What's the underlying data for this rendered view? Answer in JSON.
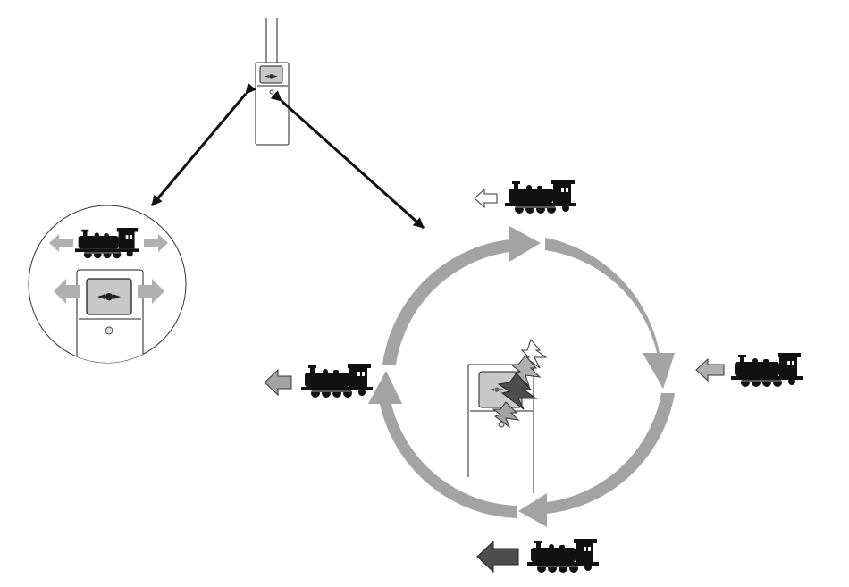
{
  "diagram": {
    "button_symbol": "◄●►",
    "colors": {
      "stroke": "#222222",
      "arrow_light": "#b0b0b0",
      "cycle_arrow": "#a3a3a3",
      "arrow_dark": "#4d4d4d",
      "screen": "#c8c8c8",
      "locomotive": "#111111"
    },
    "cycle_states": [
      {
        "step": 1,
        "locomotive_direction": "left",
        "arrow_style": "outline"
      },
      {
        "step": 2,
        "locomotive_direction": "left",
        "arrow_style": "light-gray"
      },
      {
        "step": 3,
        "locomotive_direction": "left",
        "arrow_style": "dark-gray"
      },
      {
        "step": 4,
        "locomotive_direction": "left",
        "arrow_style": "medium-gray"
      }
    ],
    "detail_view": {
      "direction_arrows": "left-right",
      "locomotive_arrows": "left-right"
    }
  }
}
